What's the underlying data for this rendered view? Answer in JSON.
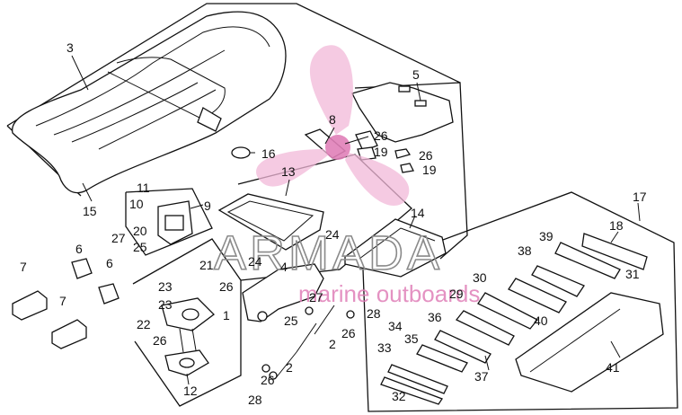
{
  "diagram": {
    "watermark": {
      "brand": "ARMADA",
      "tagline": "marine outboards",
      "accent_color": "#e07fb8",
      "logo_icon": "propeller-logo-icon"
    },
    "callouts": [
      {
        "id": "3",
        "text": "3"
      },
      {
        "id": "15",
        "text": "15"
      },
      {
        "id": "5",
        "text": "5"
      },
      {
        "id": "8",
        "text": "8"
      },
      {
        "id": "26a",
        "text": "26"
      },
      {
        "id": "19a",
        "text": "19"
      },
      {
        "id": "26b",
        "text": "26"
      },
      {
        "id": "19b",
        "text": "19"
      },
      {
        "id": "16",
        "text": "16"
      },
      {
        "id": "13",
        "text": "13"
      },
      {
        "id": "11",
        "text": "11"
      },
      {
        "id": "10",
        "text": "10"
      },
      {
        "id": "9",
        "text": "9"
      },
      {
        "id": "27a",
        "text": "27"
      },
      {
        "id": "20",
        "text": "20"
      },
      {
        "id": "25a",
        "text": "25"
      },
      {
        "id": "24a",
        "text": "24"
      },
      {
        "id": "24b",
        "text": "24"
      },
      {
        "id": "4",
        "text": "4"
      },
      {
        "id": "14",
        "text": "14"
      },
      {
        "id": "17",
        "text": "17"
      },
      {
        "id": "18",
        "text": "18"
      },
      {
        "id": "39",
        "text": "39"
      },
      {
        "id": "38",
        "text": "38"
      },
      {
        "id": "31",
        "text": "31"
      },
      {
        "id": "30",
        "text": "30"
      },
      {
        "id": "29",
        "text": "29"
      },
      {
        "id": "40",
        "text": "40"
      },
      {
        "id": "7a",
        "text": "7"
      },
      {
        "id": "6a",
        "text": "6"
      },
      {
        "id": "6b",
        "text": "6"
      },
      {
        "id": "7b",
        "text": "7"
      },
      {
        "id": "21",
        "text": "21"
      },
      {
        "id": "23a",
        "text": "23"
      },
      {
        "id": "26c",
        "text": "26"
      },
      {
        "id": "23b",
        "text": "23"
      },
      {
        "id": "1",
        "text": "1"
      },
      {
        "id": "22",
        "text": "22"
      },
      {
        "id": "26d",
        "text": "26"
      },
      {
        "id": "12",
        "text": "12"
      },
      {
        "id": "27b",
        "text": "27"
      },
      {
        "id": "25b",
        "text": "25"
      },
      {
        "id": "28a",
        "text": "28"
      },
      {
        "id": "26e",
        "text": "26"
      },
      {
        "id": "2a",
        "text": "2"
      },
      {
        "id": "2b",
        "text": "2"
      },
      {
        "id": "26f",
        "text": "26"
      },
      {
        "id": "28b",
        "text": "28"
      },
      {
        "id": "34",
        "text": "34"
      },
      {
        "id": "36",
        "text": "36"
      },
      {
        "id": "35",
        "text": "35"
      },
      {
        "id": "33",
        "text": "33"
      },
      {
        "id": "37",
        "text": "37"
      },
      {
        "id": "41",
        "text": "41"
      },
      {
        "id": "32",
        "text": "32"
      }
    ]
  }
}
